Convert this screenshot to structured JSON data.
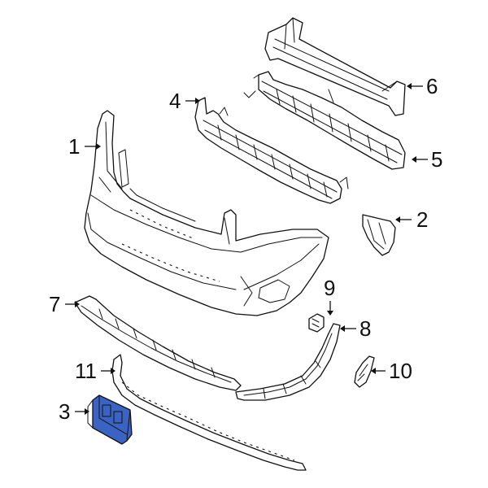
{
  "callouts": [
    {
      "id": "1",
      "label": "1",
      "part": "bumper-cover"
    },
    {
      "id": "2",
      "label": "2",
      "part": "side-bracket"
    },
    {
      "id": "3",
      "label": "3",
      "part": "license-plate-bracket"
    },
    {
      "id": "4",
      "label": "4",
      "part": "energy-absorber-upper"
    },
    {
      "id": "5",
      "label": "5",
      "part": "energy-absorber-lower"
    },
    {
      "id": "6",
      "label": "6",
      "part": "impact-bar"
    },
    {
      "id": "7",
      "label": "7",
      "part": "lower-grille-deflector"
    },
    {
      "id": "8",
      "label": "8",
      "part": "side-deflector-trim"
    },
    {
      "id": "9",
      "label": "9",
      "part": "retainer-clip"
    },
    {
      "id": "10",
      "label": "10",
      "part": "side-bracket-right"
    },
    {
      "id": "11",
      "label": "11",
      "part": "lower-molding-strip"
    }
  ],
  "colors": {
    "highlight": "#3a63c4",
    "line": "#111111",
    "background": "#ffffff"
  }
}
